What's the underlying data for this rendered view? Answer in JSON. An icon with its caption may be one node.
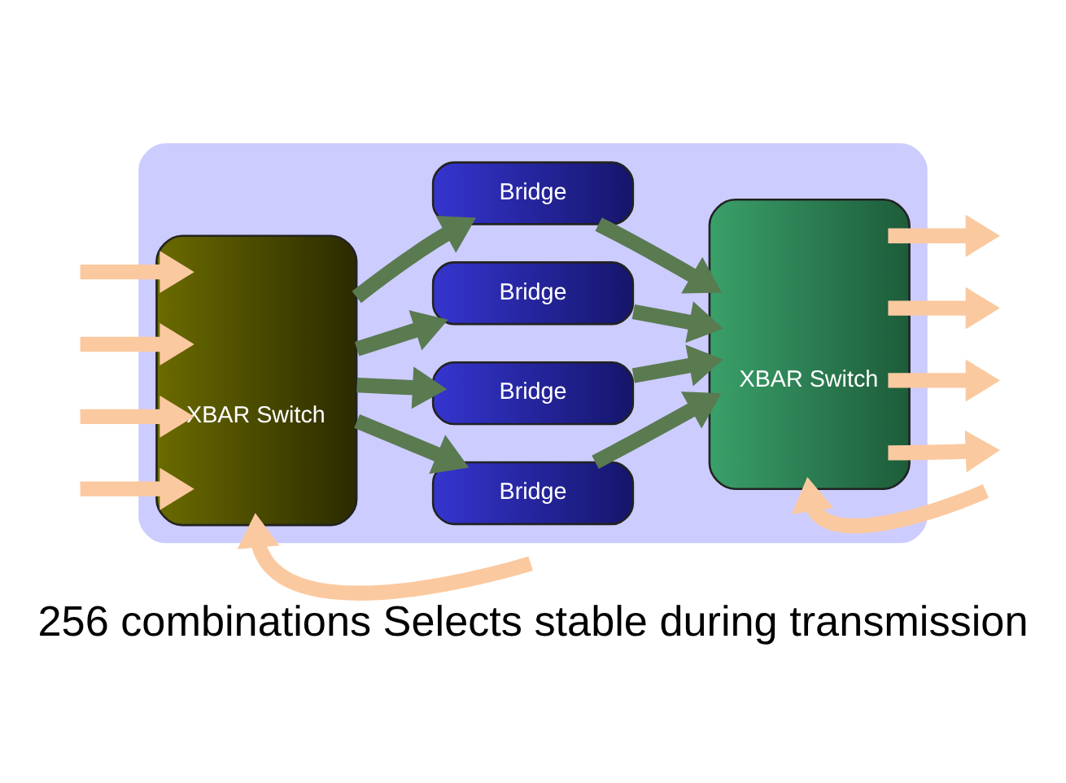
{
  "diagram": {
    "caption": "256 combinations Selects stable during transmission",
    "nodes": [
      {
        "text": [],
        "shape": "box"
      },
      {
        "text": [
          "XBAR Switch"
        ],
        "in": 0
      },
      {
        "text": [
          "Bridge"
        ],
        "in": 0
      },
      {
        "text": [
          "Bridge"
        ],
        "in": 0
      },
      {
        "text": [
          "Bridge"
        ],
        "in": 0
      },
      {
        "text": [
          "Bridge"
        ],
        "in": 0
      },
      {
        "text": [
          "XBAR Switch"
        ],
        "in": 0
      }
    ],
    "edges": [
      {
        "from": null,
        "to": 1,
        "arrow": "to",
        "color": "#fbc9a0"
      },
      {
        "from": null,
        "to": 1,
        "arrow": "to",
        "color": "#fbc9a0"
      },
      {
        "from": null,
        "to": 1,
        "arrow": "to",
        "color": "#fbc9a0"
      },
      {
        "from": null,
        "to": 1,
        "arrow": "to",
        "color": "#fbc9a0"
      },
      {
        "from": null,
        "to": 1,
        "arrow": "to",
        "color": "#fbc9a0"
      },
      {
        "from": 1,
        "to": 2,
        "arrow": "to",
        "color": "#5a7a50"
      },
      {
        "from": 1,
        "to": 3,
        "arrow": "to",
        "color": "#5a7a50"
      },
      {
        "from": 1,
        "to": 4,
        "arrow": "to",
        "color": "#5a7a50"
      },
      {
        "from": 1,
        "to": 5,
        "arrow": "to",
        "color": "#5a7a50"
      },
      {
        "from": 2,
        "to": 6,
        "arrow": "to",
        "color": "#5a7a50"
      },
      {
        "from": 3,
        "to": 6,
        "arrow": "to",
        "color": "#5a7a50"
      },
      {
        "from": 4,
        "to": 6,
        "arrow": "to",
        "color": "#5a7a50"
      },
      {
        "from": 5,
        "to": 6,
        "arrow": "to",
        "color": "#5a7a50"
      },
      {
        "from": null,
        "to": 6,
        "arrow": "to",
        "color": "#fbc9a0"
      },
      {
        "from": 6,
        "to": null,
        "arrow": "to",
        "color": "#fbc9a0"
      },
      {
        "from": 6,
        "to": null,
        "arrow": "to",
        "color": "#fbc9a0"
      },
      {
        "from": 6,
        "to": null,
        "arrow": "to",
        "color": "#fbc9a0"
      },
      {
        "from": 6,
        "to": null,
        "arrow": "to",
        "color": "#fbc9a0"
      }
    ]
  }
}
